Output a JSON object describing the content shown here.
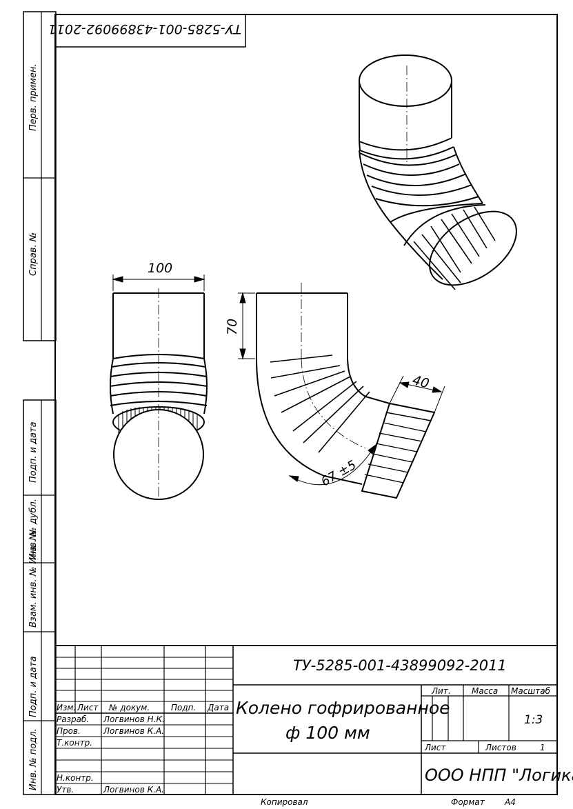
{
  "stamp_top": "ТУ-5285-001-43899092-2011",
  "side_labels": [
    "Перв. примен.",
    "Справ. №",
    "Подп. и дата",
    "Инв. № дубл.",
    "Взам. инв. № Инв. №",
    "Подп. и дата",
    "Инв. № подл."
  ],
  "dims": {
    "width": "100",
    "height": "70",
    "outlet": "40",
    "angle": "67 ±5"
  },
  "title_block": {
    "doc_code": "ТУ-5285-001-43899092-2011",
    "product_line1": "Колено гофрированное",
    "product_line2": "ф 100 мм",
    "col_headers": [
      "Изм.",
      "Лист",
      "№ докум.",
      "Подп.",
      "Дата"
    ],
    "roles": [
      "Разраб.",
      "Пров.",
      "Т.контр.",
      "",
      "Н.контр.",
      "Утв."
    ],
    "names": [
      "Логвинов Н.К.",
      "Логвинов К.А.",
      "",
      "",
      "",
      "Логвинов К.А."
    ],
    "lit_label": "Лит.",
    "mass_label": "Масса",
    "scale_label": "Масштаб",
    "scale_value": "1:3",
    "sheet_label": "Лист",
    "sheets_label": "Листов",
    "sheets_value": "1",
    "company": "ООО НПП \"Логика\""
  },
  "footer": {
    "copied": "Копировал",
    "format_label": "Формат",
    "format_value": "А4"
  }
}
